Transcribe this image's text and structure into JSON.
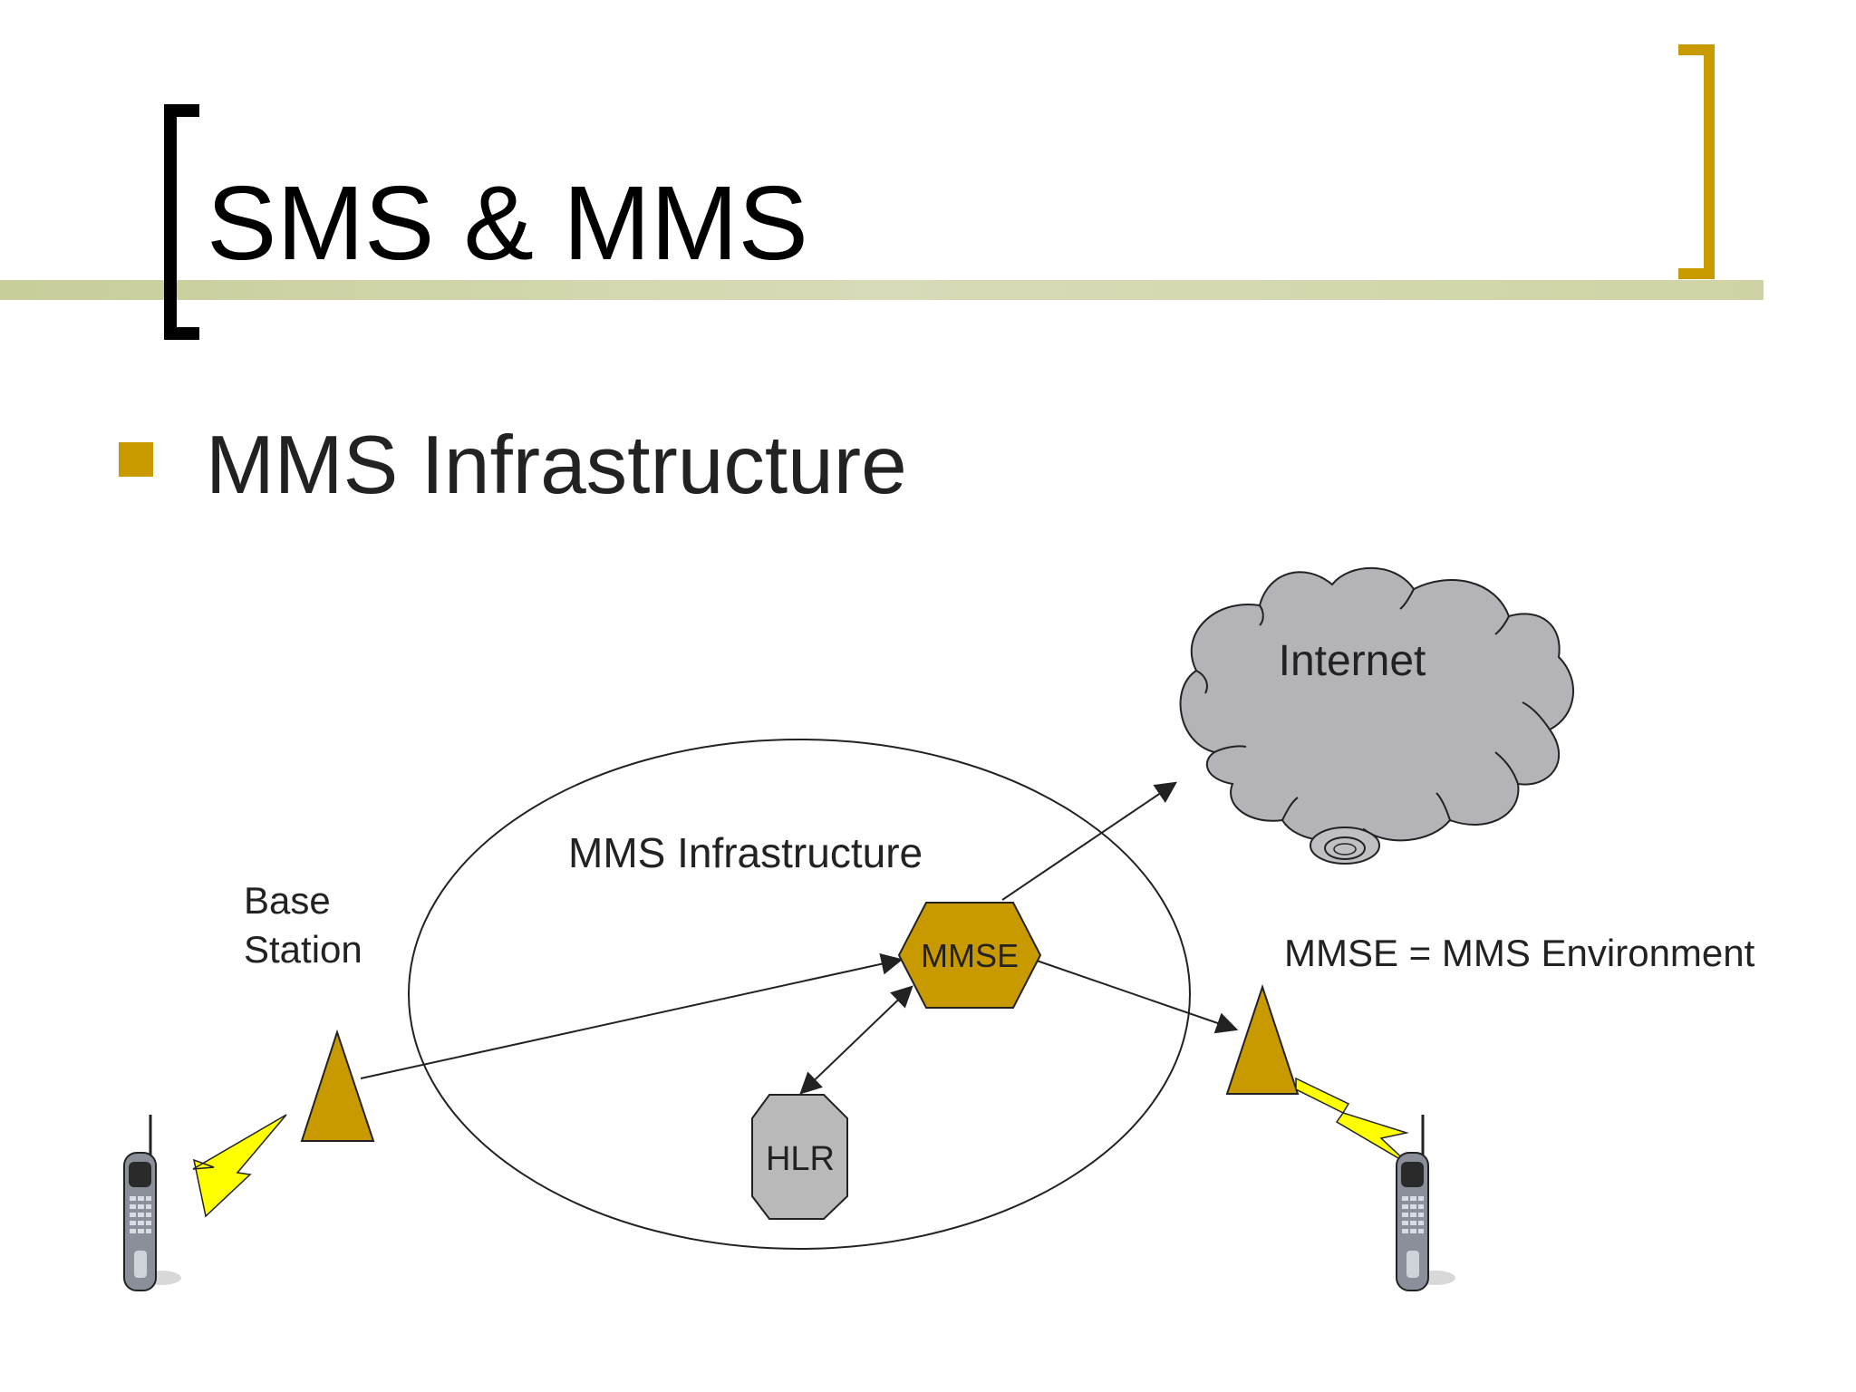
{
  "slide": {
    "title": "SMS & MMS",
    "bullet": "MMS Infrastructure"
  },
  "diagram": {
    "base_station_label_line1": "Base",
    "base_station_label_line2": "Station",
    "infrastructure_label": "MMS Infrastructure",
    "mmse_label": "MMSE",
    "hlr_label": "HLR",
    "internet_label": "Internet",
    "legend": "MMSE = MMS Environment"
  },
  "colors": {
    "accent": "#c89a00",
    "title_bar": "#cfd3a4",
    "bracket": "#000000",
    "cloud": "#b4b3b8",
    "hlr": "#b9b9b9",
    "lightning": "#ffff00"
  }
}
